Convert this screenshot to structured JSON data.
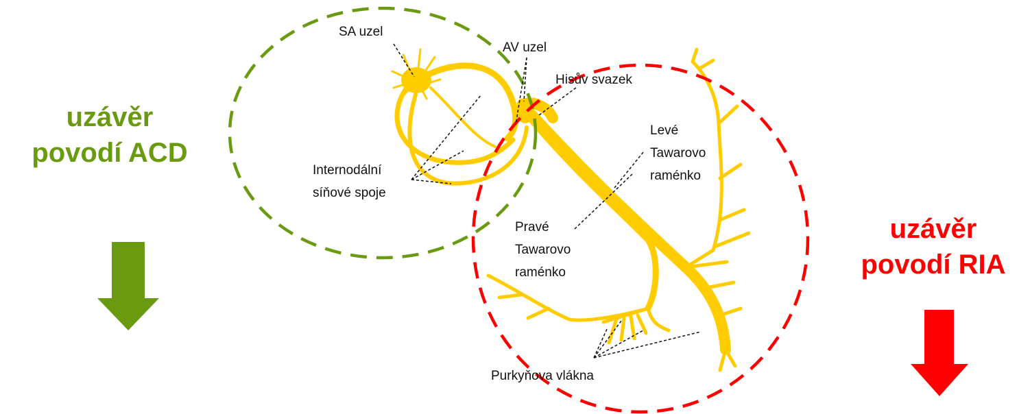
{
  "colors": {
    "acd_green": "#6a9a10",
    "ria_red": "#ff0000",
    "conduction_yellow": "#ffcc00"
  },
  "left_panel": {
    "title_line1": "uzávěr",
    "title_line2": "povodí ACD",
    "arrow_icon": "down-arrow"
  },
  "right_panel": {
    "title_line1": "uzávěr",
    "title_line2": "povodí RIA",
    "arrow_icon": "down-arrow"
  },
  "diagram": {
    "labels": {
      "sa_node": "SA uzel",
      "av_node": "AV uzel",
      "his_bundle": "Hisův svazek",
      "left_branch_1": "Levé",
      "left_branch_2": "Tawarovo",
      "left_branch_3": "raménko",
      "internodal_1": "Internodální",
      "internodal_2": "síňové spoje",
      "right_branch_1": "Pravé",
      "right_branch_2": "Tawarovo",
      "right_branch_3": "raménko",
      "purkinje": "Purkyňova vlákna"
    }
  }
}
